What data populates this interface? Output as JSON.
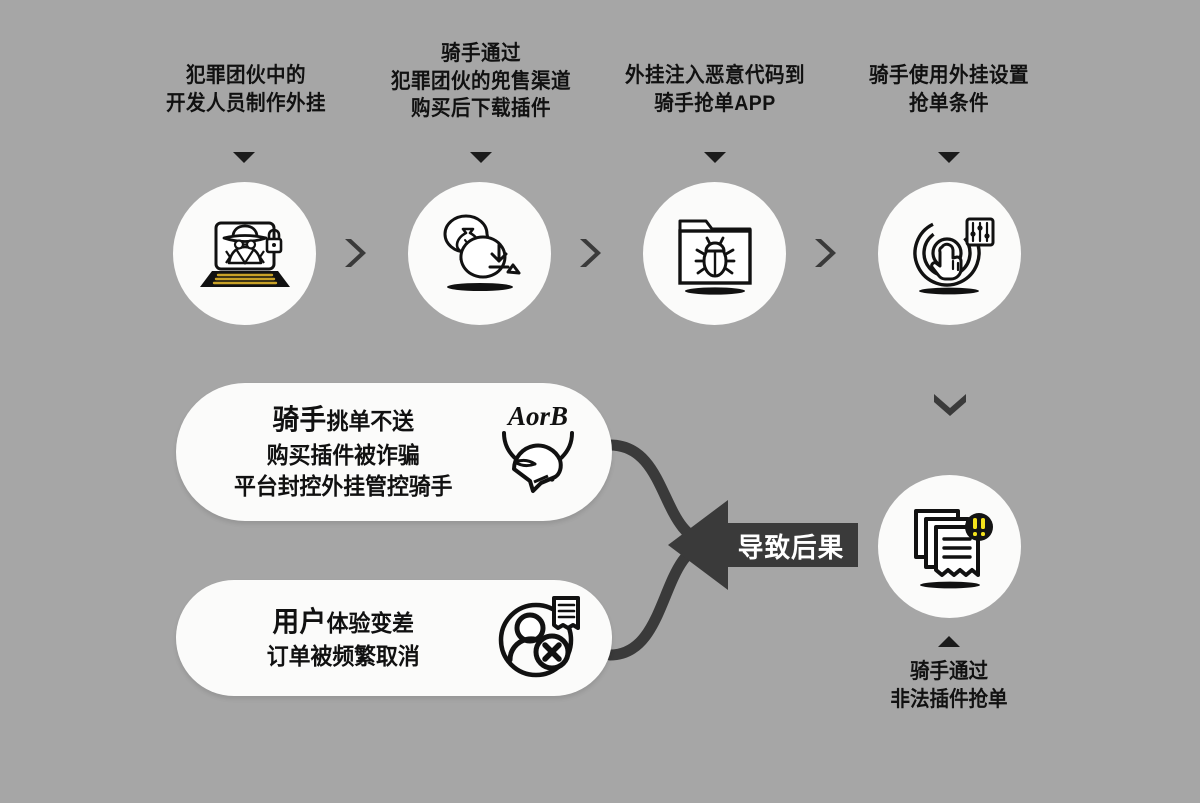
{
  "meta": {
    "background_color": "#a6a6a6",
    "ink_color": "#1b1b1b",
    "panel_color": "#fbfbfa",
    "arrow_color": "#3a3a3a",
    "accent_yellow": "#f4e21c"
  },
  "flow": {
    "steps": [
      {
        "caption": "犯罪团伙中的\n开发人员制作外挂",
        "icon_name": "hacker-laptop-icon"
      },
      {
        "caption": "骑手通过\n犯罪团伙的兜售渠道\n购买后下载插件",
        "icon_name": "chat-money-download-icon"
      },
      {
        "caption": "外挂注入恶意代码到\n骑手抢单APP",
        "icon_name": "folder-bug-icon"
      },
      {
        "caption": "骑手使用外挂设置\n抢单条件",
        "icon_name": "tap-target-settings-icon"
      }
    ],
    "separator_icon": "chevron-right-icon",
    "down_connector_icon": "chevron-down-icon"
  },
  "result": {
    "icon_name": "stacked-orders-alert-icon",
    "badge": "!!",
    "caption": "骑手通过\n非法插件抢单"
  },
  "consequences": {
    "arrow_label": "导致后果",
    "items": [
      {
        "lead": "骑手",
        "lines": [
          "挑单不送",
          "购买插件被诈骗",
          "平台封控外挂管控骑手"
        ],
        "icon_name": "helmet-aorb-icon",
        "icon_text": "AorB"
      },
      {
        "lead": "用户",
        "lines": [
          "体验变差",
          "订单被频繁取消"
        ],
        "icon_name": "user-cancel-order-icon"
      }
    ]
  }
}
